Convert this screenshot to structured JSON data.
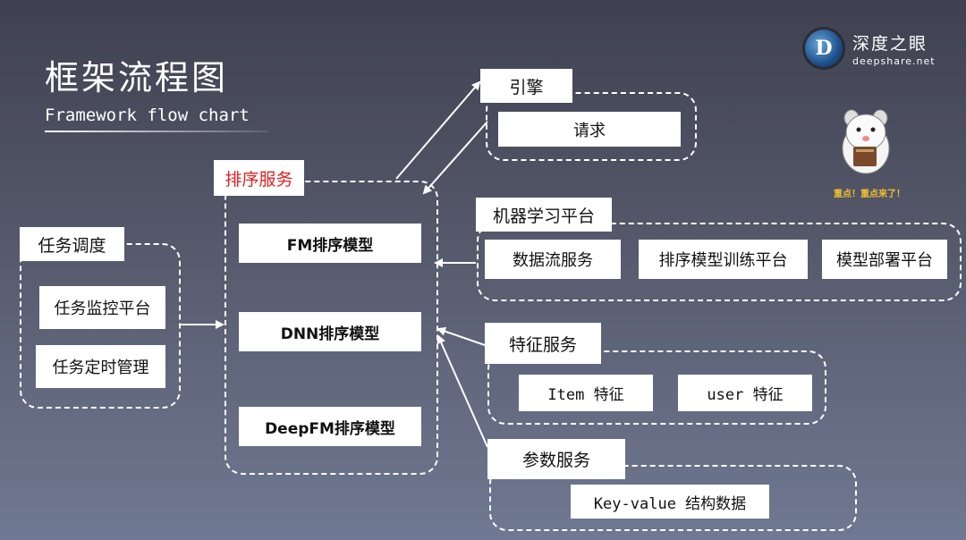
{
  "header": {
    "title": "框架流程图",
    "subtitle": "Framework flow chart"
  },
  "brand": {
    "name": "深度之眼",
    "url": "deepshare.net",
    "logo_letter": "D"
  },
  "mascot": {
    "caption": "重点！重点来了！",
    "icon": "hamster-mascot-icon"
  },
  "task_schedule": {
    "label": "任务调度",
    "items": [
      "任务监控平台",
      "任务定时管理"
    ]
  },
  "ranking_service": {
    "label": "排序服务",
    "label_color": "#e02020",
    "models": [
      "FM排序模型",
      "DNN排序模型",
      "DeepFM排序模型"
    ]
  },
  "engine": {
    "label": "引擎",
    "items": [
      "请求"
    ]
  },
  "ml_platform": {
    "label": "机器学习平台",
    "items": [
      "数据流服务",
      "排序模型训练平台",
      "模型部署平台"
    ]
  },
  "feature_service": {
    "label": "特征服务",
    "items": [
      "Item 特征",
      "user 特征"
    ]
  },
  "param_service": {
    "label": "参数服务",
    "items": [
      "Key-value 结构数据"
    ]
  }
}
